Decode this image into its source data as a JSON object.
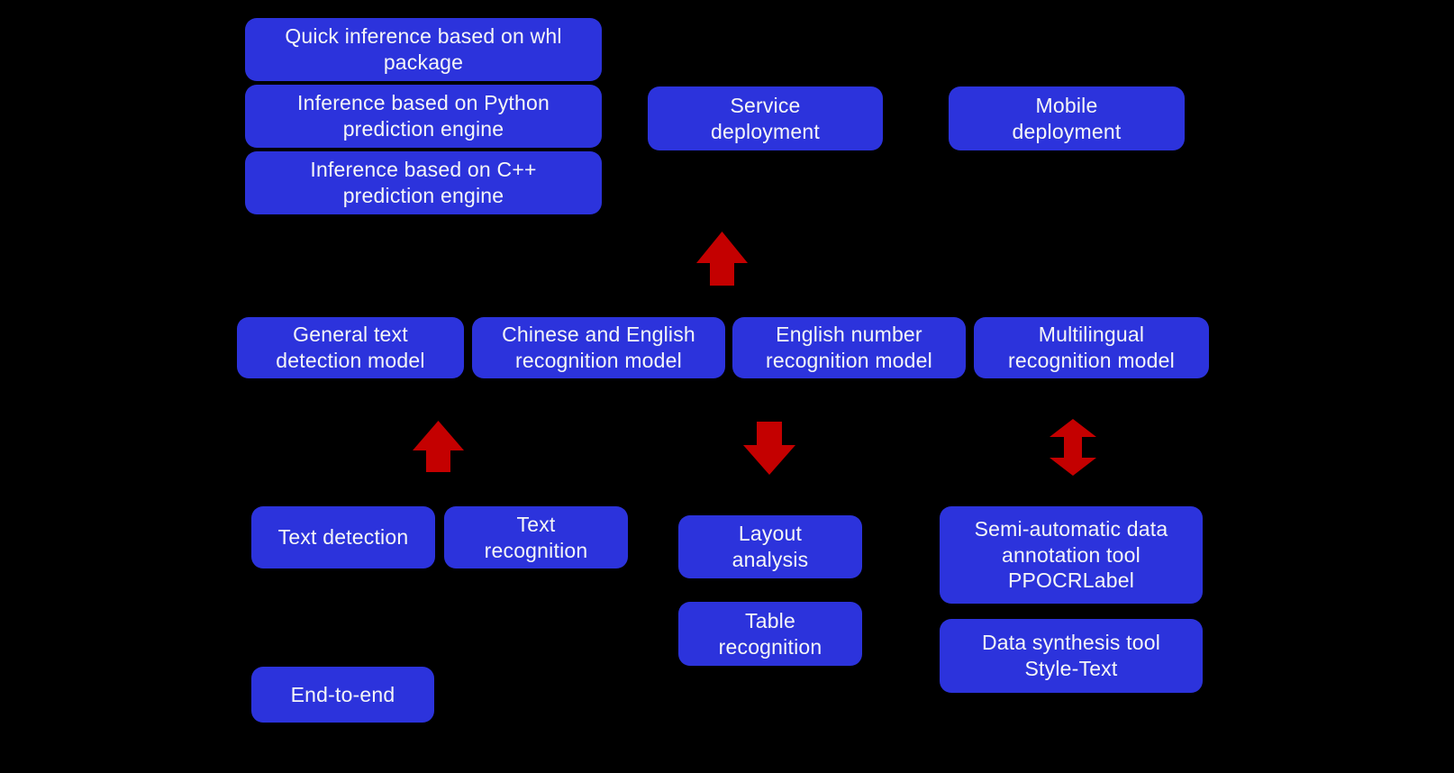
{
  "colors": {
    "background": "#000000",
    "box": "#2C33DC",
    "text": "#F5F6F7",
    "arrow": "#C40000"
  },
  "diagram": {
    "inference_group": {
      "quick_inference": "Quick inference based on whl\npackage",
      "python_inference": "Inference based on Python\nprediction engine",
      "cpp_inference": "Inference based on C++\nprediction engine"
    },
    "deployment_group": {
      "service_deployment": "Service\ndeployment",
      "mobile_deployment": "Mobile\ndeployment"
    },
    "model_group": {
      "general_text_detection": "General text\ndetection model",
      "chinese_english_recognition": "Chinese and English\nrecognition model",
      "english_number_recognition": "English number\nrecognition model",
      "multilingual_recognition": "Multilingual\nrecognition model"
    },
    "capability_group": {
      "text_detection": "Text detection",
      "text_recognition": "Text\nrecognition",
      "layout_analysis": "Layout\nanalysis",
      "table_recognition": "Table\nrecognition",
      "end_to_end": "End-to-end"
    },
    "tool_group": {
      "ppocrlabel": "Semi-automatic data\nannotation tool\nPPOCRLabel",
      "style_text": "Data synthesis tool\nStyle-Text"
    },
    "arrows": {
      "deployment_arrow": "up",
      "detection_arrow": "up",
      "layout_arrow": "down",
      "tools_arrow": "up-down"
    }
  }
}
